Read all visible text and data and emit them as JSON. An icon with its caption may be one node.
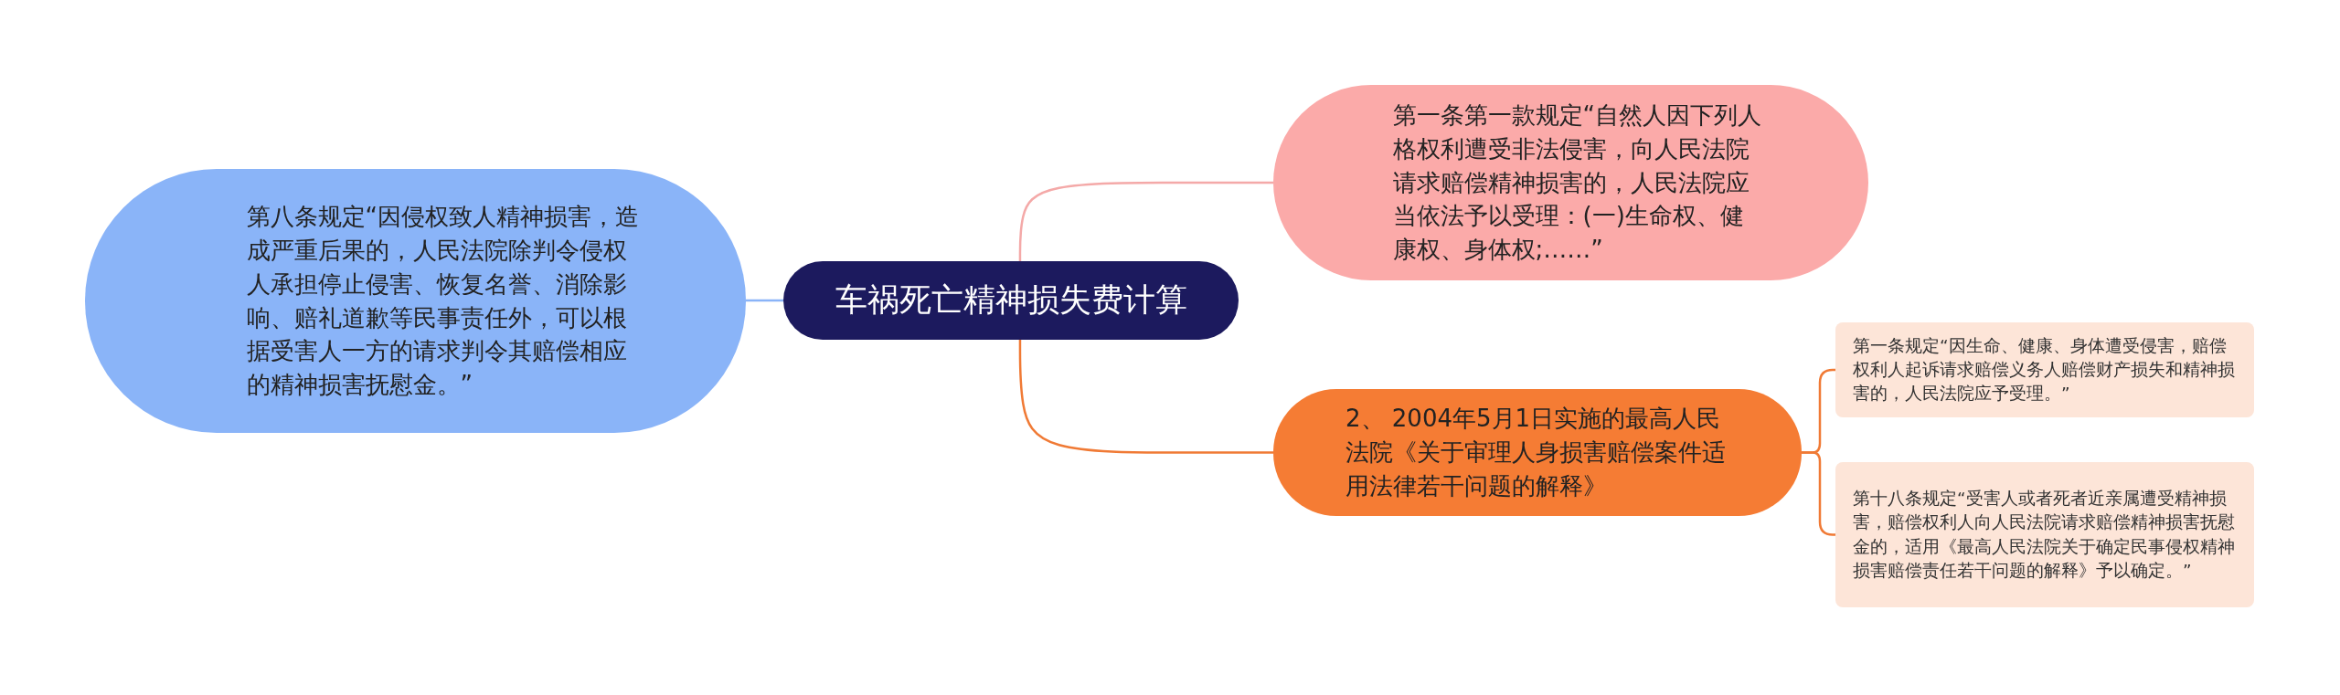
{
  "diagram": {
    "nodes": [
      {
        "text": [
          "车祸死亡精神损失费计算"
        ]
      },
      {
        "text": [
          "第八条规定“因侵权致人精神损害，造成严重后果的，人民法院除判令侵权人承担停止侵害、恢复名誉、消除影响、赔礼道歉等民事责任外，可以根据受害人一方的请求判令其赔偿相应的精神损害抚慰金。”"
        ]
      },
      {
        "text": [
          "第一条第一款规定“自然人因下列人格权利遭受非法侵害，向人民法院请求赔偿精神损害的，人民法院应当依法予以受理：(一)生命权、健康权、身体权;……”"
        ]
      },
      {
        "text": [
          "2、 2004年5月1日实施的最高人民法院《关于审理人身损害赔偿案件适用法律若干问题的解释》"
        ]
      },
      {
        "text": [
          "第一条规定“因生命、健康、身体遭受侵害，赔偿权利人起诉请求赔偿义务人赔偿财产损失和精神损害的，人民法院应予受理。”"
        ]
      },
      {
        "text": [
          "第十八条规定“受害人或者死者近亲属遭受精神损害，赔偿权利人向人民法院请求赔偿精神损害抚慰金的，适用《最高人民法院关于确定民事侵权精神损害赔偿责任若干问题的解释》予以确定。”"
        ]
      }
    ],
    "edges": [
      {
        "from": 0,
        "to": 1,
        "arrow": "none",
        "color": "#8ab4f8"
      },
      {
        "from": 0,
        "to": 2,
        "arrow": "none",
        "color": "#f4a9a8"
      },
      {
        "from": 0,
        "to": 3,
        "arrow": "none",
        "color": "#f07a35"
      },
      {
        "from": 3,
        "to": 4,
        "arrow": "none",
        "color": "#f07a35"
      },
      {
        "from": 3,
        "to": 5,
        "arrow": "none",
        "color": "#f07a35"
      }
    ]
  }
}
